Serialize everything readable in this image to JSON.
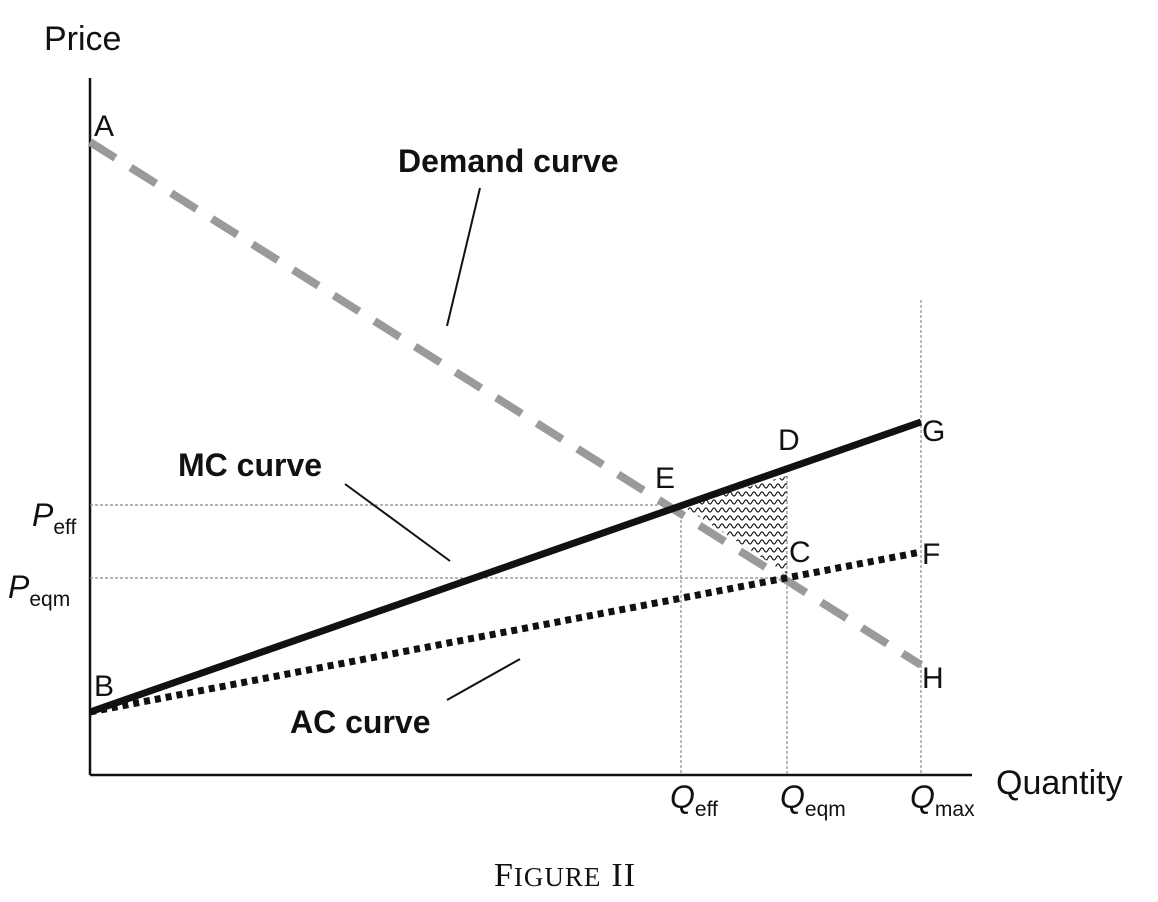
{
  "axes": {
    "y_title": "Price",
    "x_title": "Quantity"
  },
  "ticks": {
    "p_eff": {
      "main": "P",
      "sub": "eff"
    },
    "p_eqm": {
      "main": "P",
      "sub": "eqm"
    },
    "q_eff": {
      "main": "Q",
      "sub": "eff"
    },
    "q_eqm": {
      "main": "Q",
      "sub": "eqm"
    },
    "q_max": {
      "main": "Q",
      "sub": "max"
    }
  },
  "points": {
    "A": "A",
    "B": "B",
    "C": "C",
    "D": "D",
    "E": "E",
    "F": "F",
    "G": "G",
    "H": "H"
  },
  "curves": {
    "demand": "Demand curve",
    "mc": "MC curve",
    "ac": "AC curve"
  },
  "caption": {
    "first": "F",
    "rest": "IGURE",
    "numeral": "II"
  },
  "colors": {
    "demand": "#9a9a9a",
    "mc": "#111111",
    "ac": "#111111",
    "guide": "#8a8a8a"
  }
}
